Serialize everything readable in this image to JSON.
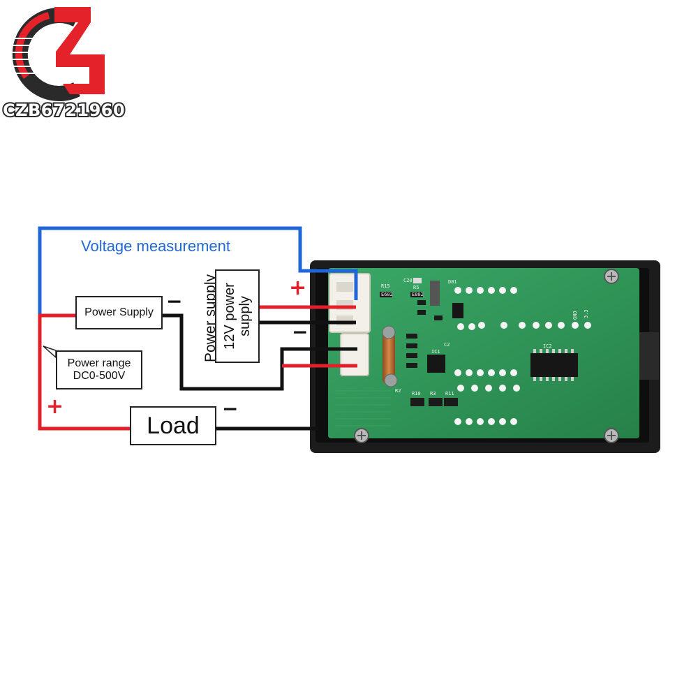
{
  "logo": {
    "text": "CZB6721960",
    "colors": {
      "red": "#e3222a",
      "dark": "#2a2a2a"
    }
  },
  "diagram": {
    "voltage_label": "Voltage measurement",
    "power_supply_box": "Power Supply",
    "power_range_line1": "Power range",
    "power_range_line2": "DC0-500V",
    "vertical_power_supply": "Power supply",
    "aux_supply_line1": "12V power",
    "aux_supply_line2": "supply",
    "load_box": "Load",
    "plus_sign": "+",
    "minus_sign": "−"
  },
  "pcb": {
    "labels": {
      "gnd": "GND",
      "v33": "3.3",
      "r15": "R15",
      "c20": "C20",
      "r5": "R5",
      "ic2": "IC2",
      "ic1": "IC1",
      "c2": "C2",
      "r2": "R2",
      "r10": "R10",
      "r3": "R3",
      "r11": "R11",
      "d01": "D01",
      "e602": "E602",
      "e802": "E802"
    }
  },
  "colors": {
    "wire_red": "#e2202b",
    "wire_black": "#111111",
    "wire_blue": "#1f66d9",
    "label_blue": "#2368d6",
    "pcb_green": "#2f9a57",
    "case_black": "#1c1c1c"
  }
}
